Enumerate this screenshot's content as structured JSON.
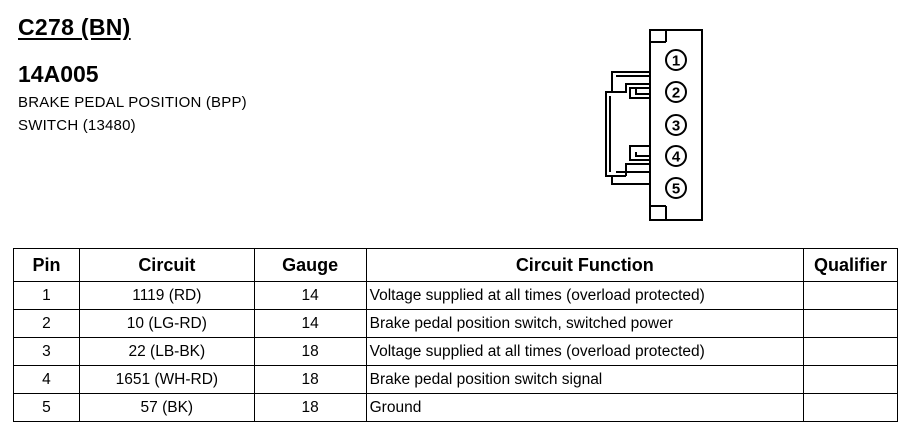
{
  "header": {
    "connector_id": "C278 (BN)",
    "part_number": "14A005",
    "description_line1": "BRAKE PEDAL POSITION (BPP)",
    "description_line2": "SWITCH (13480)"
  },
  "connector_diagram": {
    "pin_labels": [
      "1",
      "2",
      "3",
      "4",
      "5"
    ]
  },
  "table": {
    "headers": {
      "pin": "Pin",
      "circuit": "Circuit",
      "gauge": "Gauge",
      "function": "Circuit Function",
      "qualifier": "Qualifier"
    },
    "rows": [
      {
        "pin": "1",
        "circuit": "1119 (RD)",
        "gauge": "14",
        "function": "Voltage supplied at all times (overload protected)",
        "qualifier": ""
      },
      {
        "pin": "2",
        "circuit": "10 (LG-RD)",
        "gauge": "14",
        "function": "Brake pedal position switch, switched power",
        "qualifier": ""
      },
      {
        "pin": "3",
        "circuit": "22 (LB-BK)",
        "gauge": "18",
        "function": "Voltage supplied at all times (overload protected)",
        "qualifier": ""
      },
      {
        "pin": "4",
        "circuit": "1651 (WH-RD)",
        "gauge": "18",
        "function": "Brake pedal position switch signal",
        "qualifier": ""
      },
      {
        "pin": "5",
        "circuit": "57 (BK)",
        "gauge": "18",
        "function": "Ground",
        "qualifier": ""
      }
    ]
  }
}
